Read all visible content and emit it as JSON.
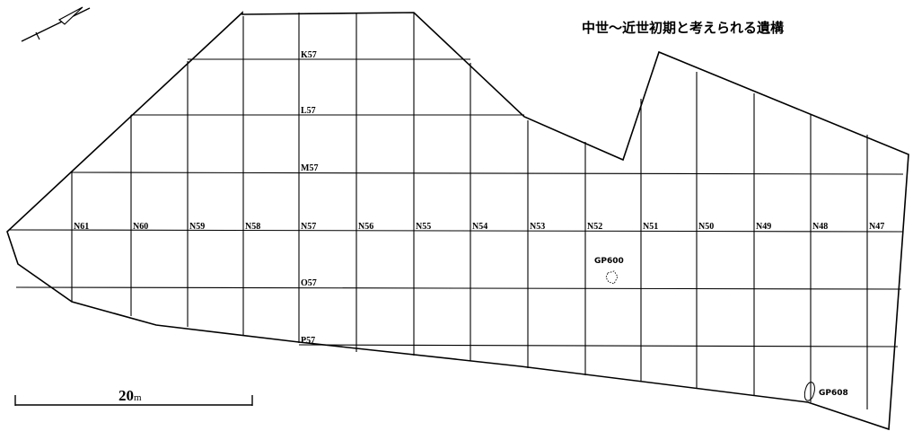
{
  "title": "中世～近世初期と考えられる遺構",
  "grid": {
    "column_labels": [
      "N61",
      "N60",
      "N59",
      "N58",
      "N57",
      "N56",
      "N55",
      "N54",
      "N53",
      "N52",
      "N51",
      "N50",
      "N49",
      "N48",
      "N47"
    ],
    "row_labels": [
      "K57",
      "L57",
      "M57",
      "O57",
      "P57"
    ]
  },
  "features": [
    {
      "id": "GP600",
      "label": "GP600"
    },
    {
      "id": "GP608",
      "label": "GP608"
    }
  ],
  "scale_bar": {
    "value": "20",
    "unit": "m"
  },
  "icons": {
    "north_arrow": "north-arrow-icon"
  }
}
